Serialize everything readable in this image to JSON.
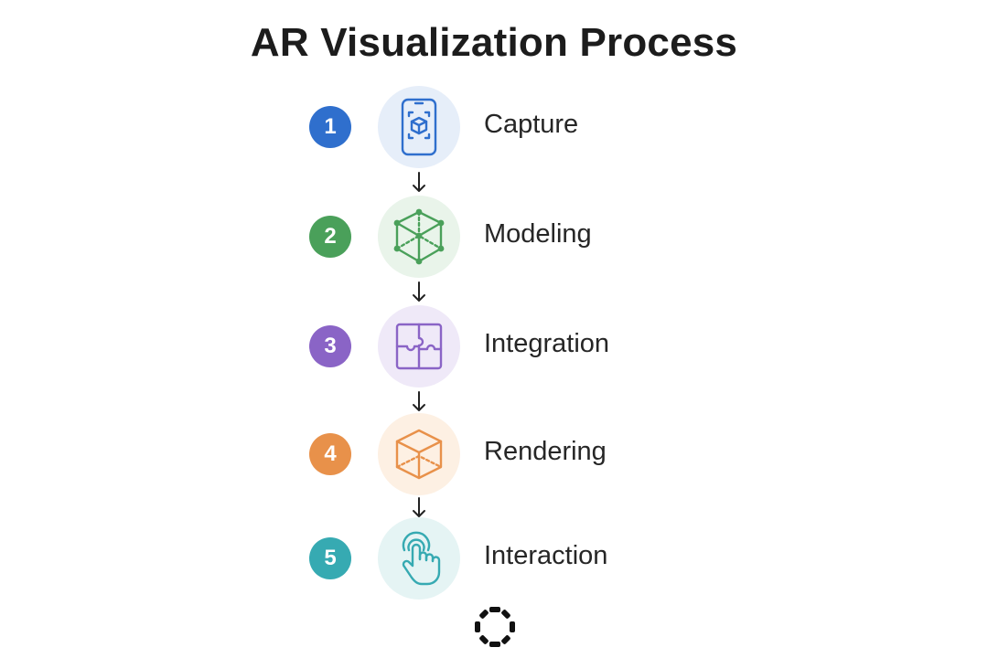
{
  "title": "AR Visualization Process",
  "steps": [
    {
      "number": "1",
      "label": "Capture",
      "icon": "smartphone-ar-icon",
      "color": "#2f6fcd",
      "bg": "#e6eef9"
    },
    {
      "number": "2",
      "label": "Modeling",
      "icon": "wireframe-cube-icon",
      "color": "#4aa05a",
      "bg": "#e9f4ea"
    },
    {
      "number": "3",
      "label": "Integration",
      "icon": "puzzle-icon",
      "color": "#8a64c6",
      "bg": "#efe9f8"
    },
    {
      "number": "4",
      "label": "Rendering",
      "icon": "cube-icon",
      "color": "#e8914a",
      "bg": "#fdf0e3"
    },
    {
      "number": "5",
      "label": "Interaction",
      "icon": "touch-hand-icon",
      "color": "#36aab2",
      "bg": "#e5f4f4"
    }
  ]
}
